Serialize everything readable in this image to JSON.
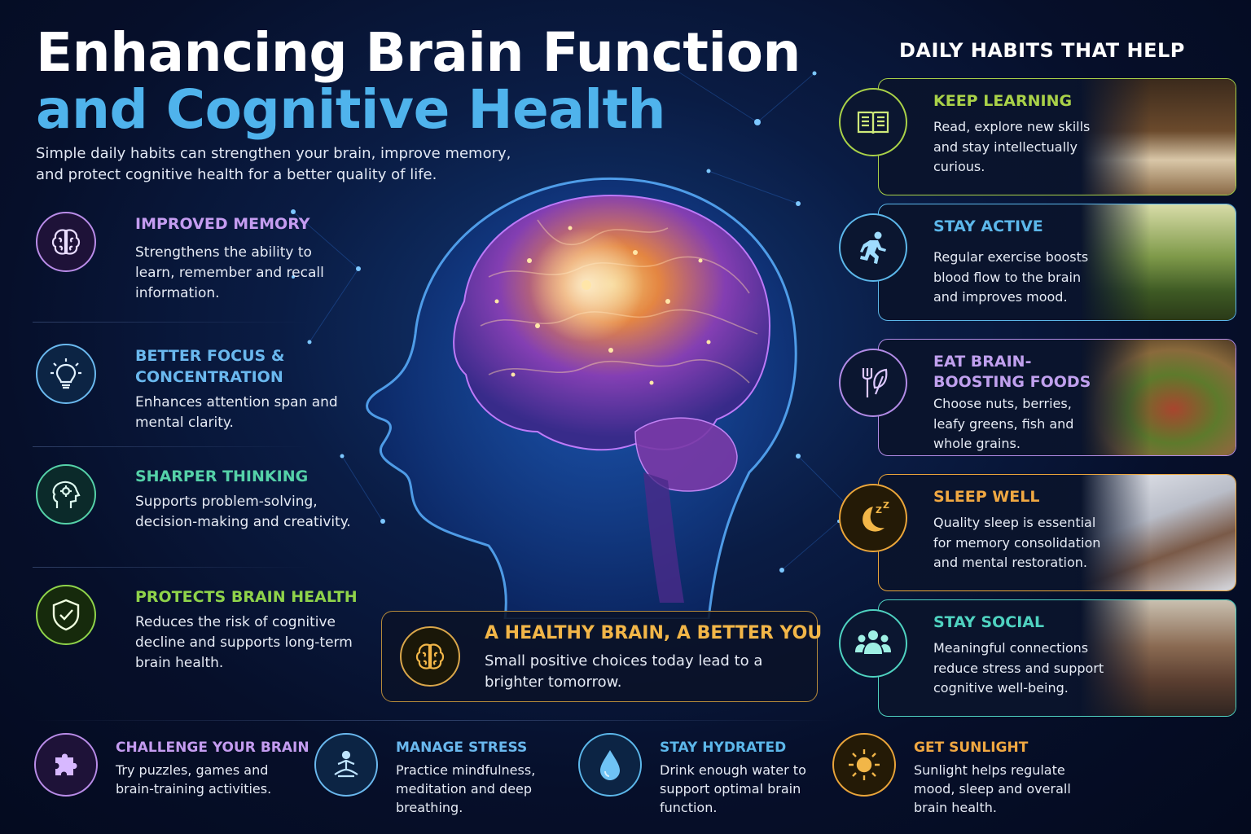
{
  "header": {
    "title_line1": "Enhancing Brain Function",
    "title_line2": "and Cognitive Health",
    "subtitle": "Simple daily habits can strengthen your brain, improve memory, and protect cognitive health for a better quality of life."
  },
  "benefits": [
    {
      "title": "IMPROVED MEMORY",
      "desc": "Strengthens the ability to learn, remember and recall information.",
      "icon": "brain-icon",
      "color": "#b98ce8"
    },
    {
      "title": "BETTER FOCUS & CONCENTRATION",
      "desc": "Enhances attention span and mental clarity.",
      "icon": "lightbulb-icon",
      "color": "#6ab8ee"
    },
    {
      "title": "SHARPER THINKING",
      "desc": "Supports problem-solving, decision-making and creativity.",
      "icon": "head-gear-icon",
      "color": "#55d1a8"
    },
    {
      "title": "PROTECTS BRAIN HEALTH",
      "desc": "Reduces the risk of cognitive decline and supports long-term brain health.",
      "icon": "shield-check-icon",
      "color": "#8fd34a"
    }
  ],
  "callout": {
    "title": "A HEALTHY BRAIN, A BETTER YOU",
    "desc": "Small positive choices today lead to a brighter tomorrow.",
    "icon": "brain-icon",
    "color": "#f2b648"
  },
  "habits_heading": "DAILY HABITS THAT HELP",
  "habits": [
    {
      "title": "KEEP LEARNING",
      "desc": "Read, explore new skills and stay intellectually curious.",
      "icon": "book-icon",
      "color": "#a9d148"
    },
    {
      "title": "STAY ACTIVE",
      "desc": "Regular exercise boosts blood flow to the brain and improves mood.",
      "icon": "runner-icon",
      "color": "#5cb7ea"
    },
    {
      "title": "EAT BRAIN-BOOSTING FOODS",
      "desc": "Choose nuts, berries, leafy greens, fish and whole grains.",
      "icon": "fork-leaf-icon",
      "color": "#b28be6"
    },
    {
      "title": "SLEEP WELL",
      "desc": "Quality sleep is essential for memory consolidation and mental restoration.",
      "icon": "moon-icon",
      "color": "#eaa53a"
    },
    {
      "title": "STAY SOCIAL",
      "desc": "Meaningful connections reduce stress and support cognitive well-being.",
      "icon": "people-icon",
      "color": "#4fd2c0"
    }
  ],
  "tips": [
    {
      "title": "CHALLENGE YOUR BRAIN",
      "desc": "Try puzzles, games and brain-training activities.",
      "icon": "puzzle-icon",
      "color": "#b98ce8"
    },
    {
      "title": "MANAGE STRESS",
      "desc": "Practice mindfulness, meditation and deep breathing.",
      "icon": "meditation-icon",
      "color": "#6ab8ee"
    },
    {
      "title": "STAY HYDRATED",
      "desc": "Drink enough water to support optimal brain function.",
      "icon": "water-drop-icon",
      "color": "#5cb7ea"
    },
    {
      "title": "GET SUNLIGHT",
      "desc": "Sunlight helps regulate mood, sleep and overall brain health.",
      "icon": "sun-icon",
      "color": "#eaa53a"
    }
  ]
}
